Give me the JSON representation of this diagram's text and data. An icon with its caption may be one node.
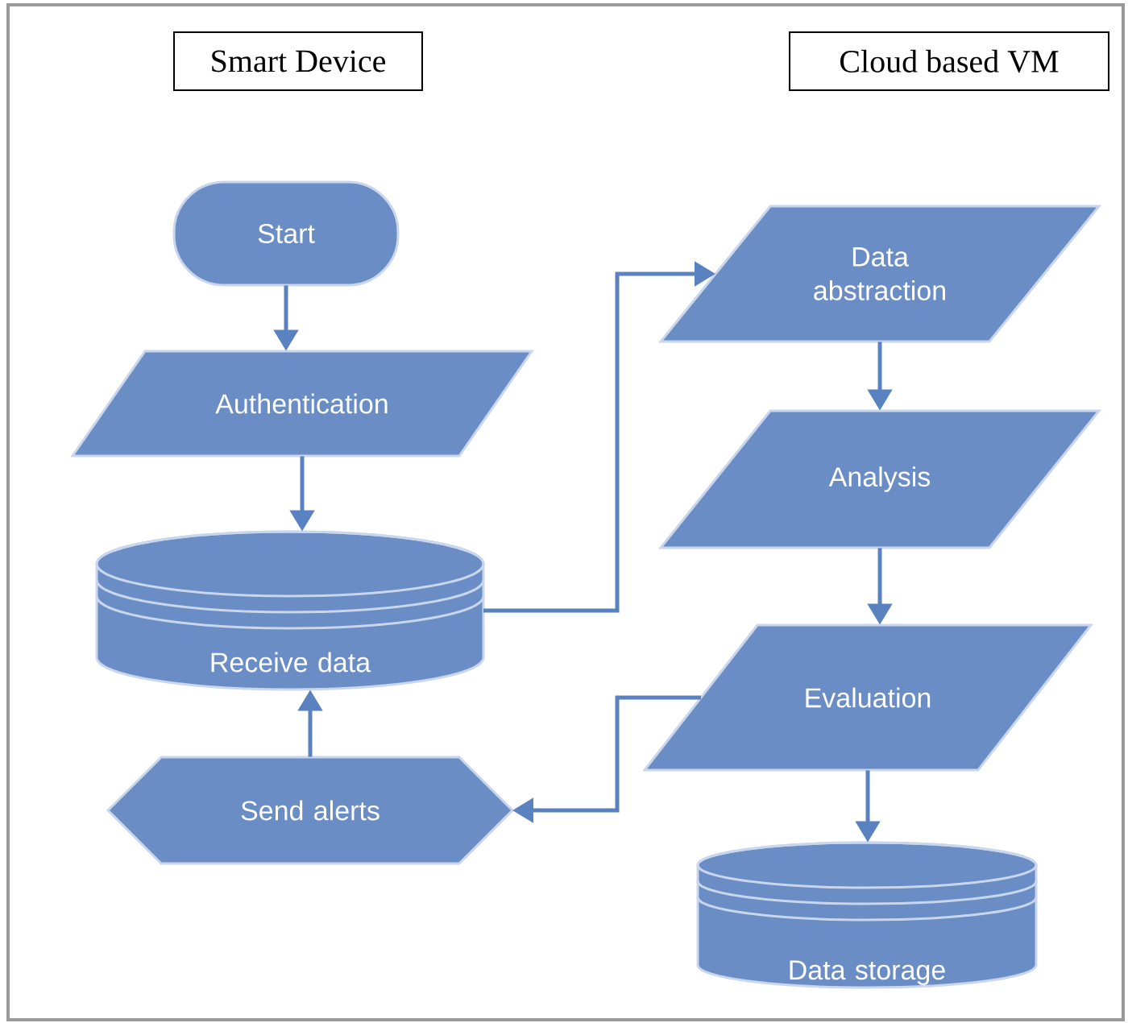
{
  "diagram": {
    "nodes": [
      {
        "text": [
          "Smart Device"
        ]
      },
      {
        "text": [
          "Cloud based VM"
        ]
      },
      {
        "text": [
          "Start"
        ]
      },
      {
        "text": [
          "Authentication"
        ]
      },
      {
        "text": [
          "Receive data"
        ]
      },
      {
        "text": [
          "Send alerts"
        ]
      },
      {
        "text": [
          "Data abstraction"
        ]
      },
      {
        "text": [
          "Analysis"
        ]
      },
      {
        "text": [
          "Evaluation"
        ]
      },
      {
        "text": [
          "Data storage"
        ]
      }
    ],
    "edges": [
      {
        "from": 2,
        "to": 3,
        "arrow": "to"
      },
      {
        "from": 3,
        "to": 4,
        "arrow": "to"
      },
      {
        "from": 5,
        "to": 4,
        "arrow": "to"
      },
      {
        "from": 4,
        "to": 6,
        "arrow": "to"
      },
      {
        "from": 6,
        "to": 7,
        "arrow": "to"
      },
      {
        "from": 7,
        "to": 8,
        "arrow": "to"
      },
      {
        "from": 8,
        "to": 5,
        "arrow": "to"
      },
      {
        "from": 8,
        "to": 9,
        "arrow": "to"
      }
    ]
  }
}
